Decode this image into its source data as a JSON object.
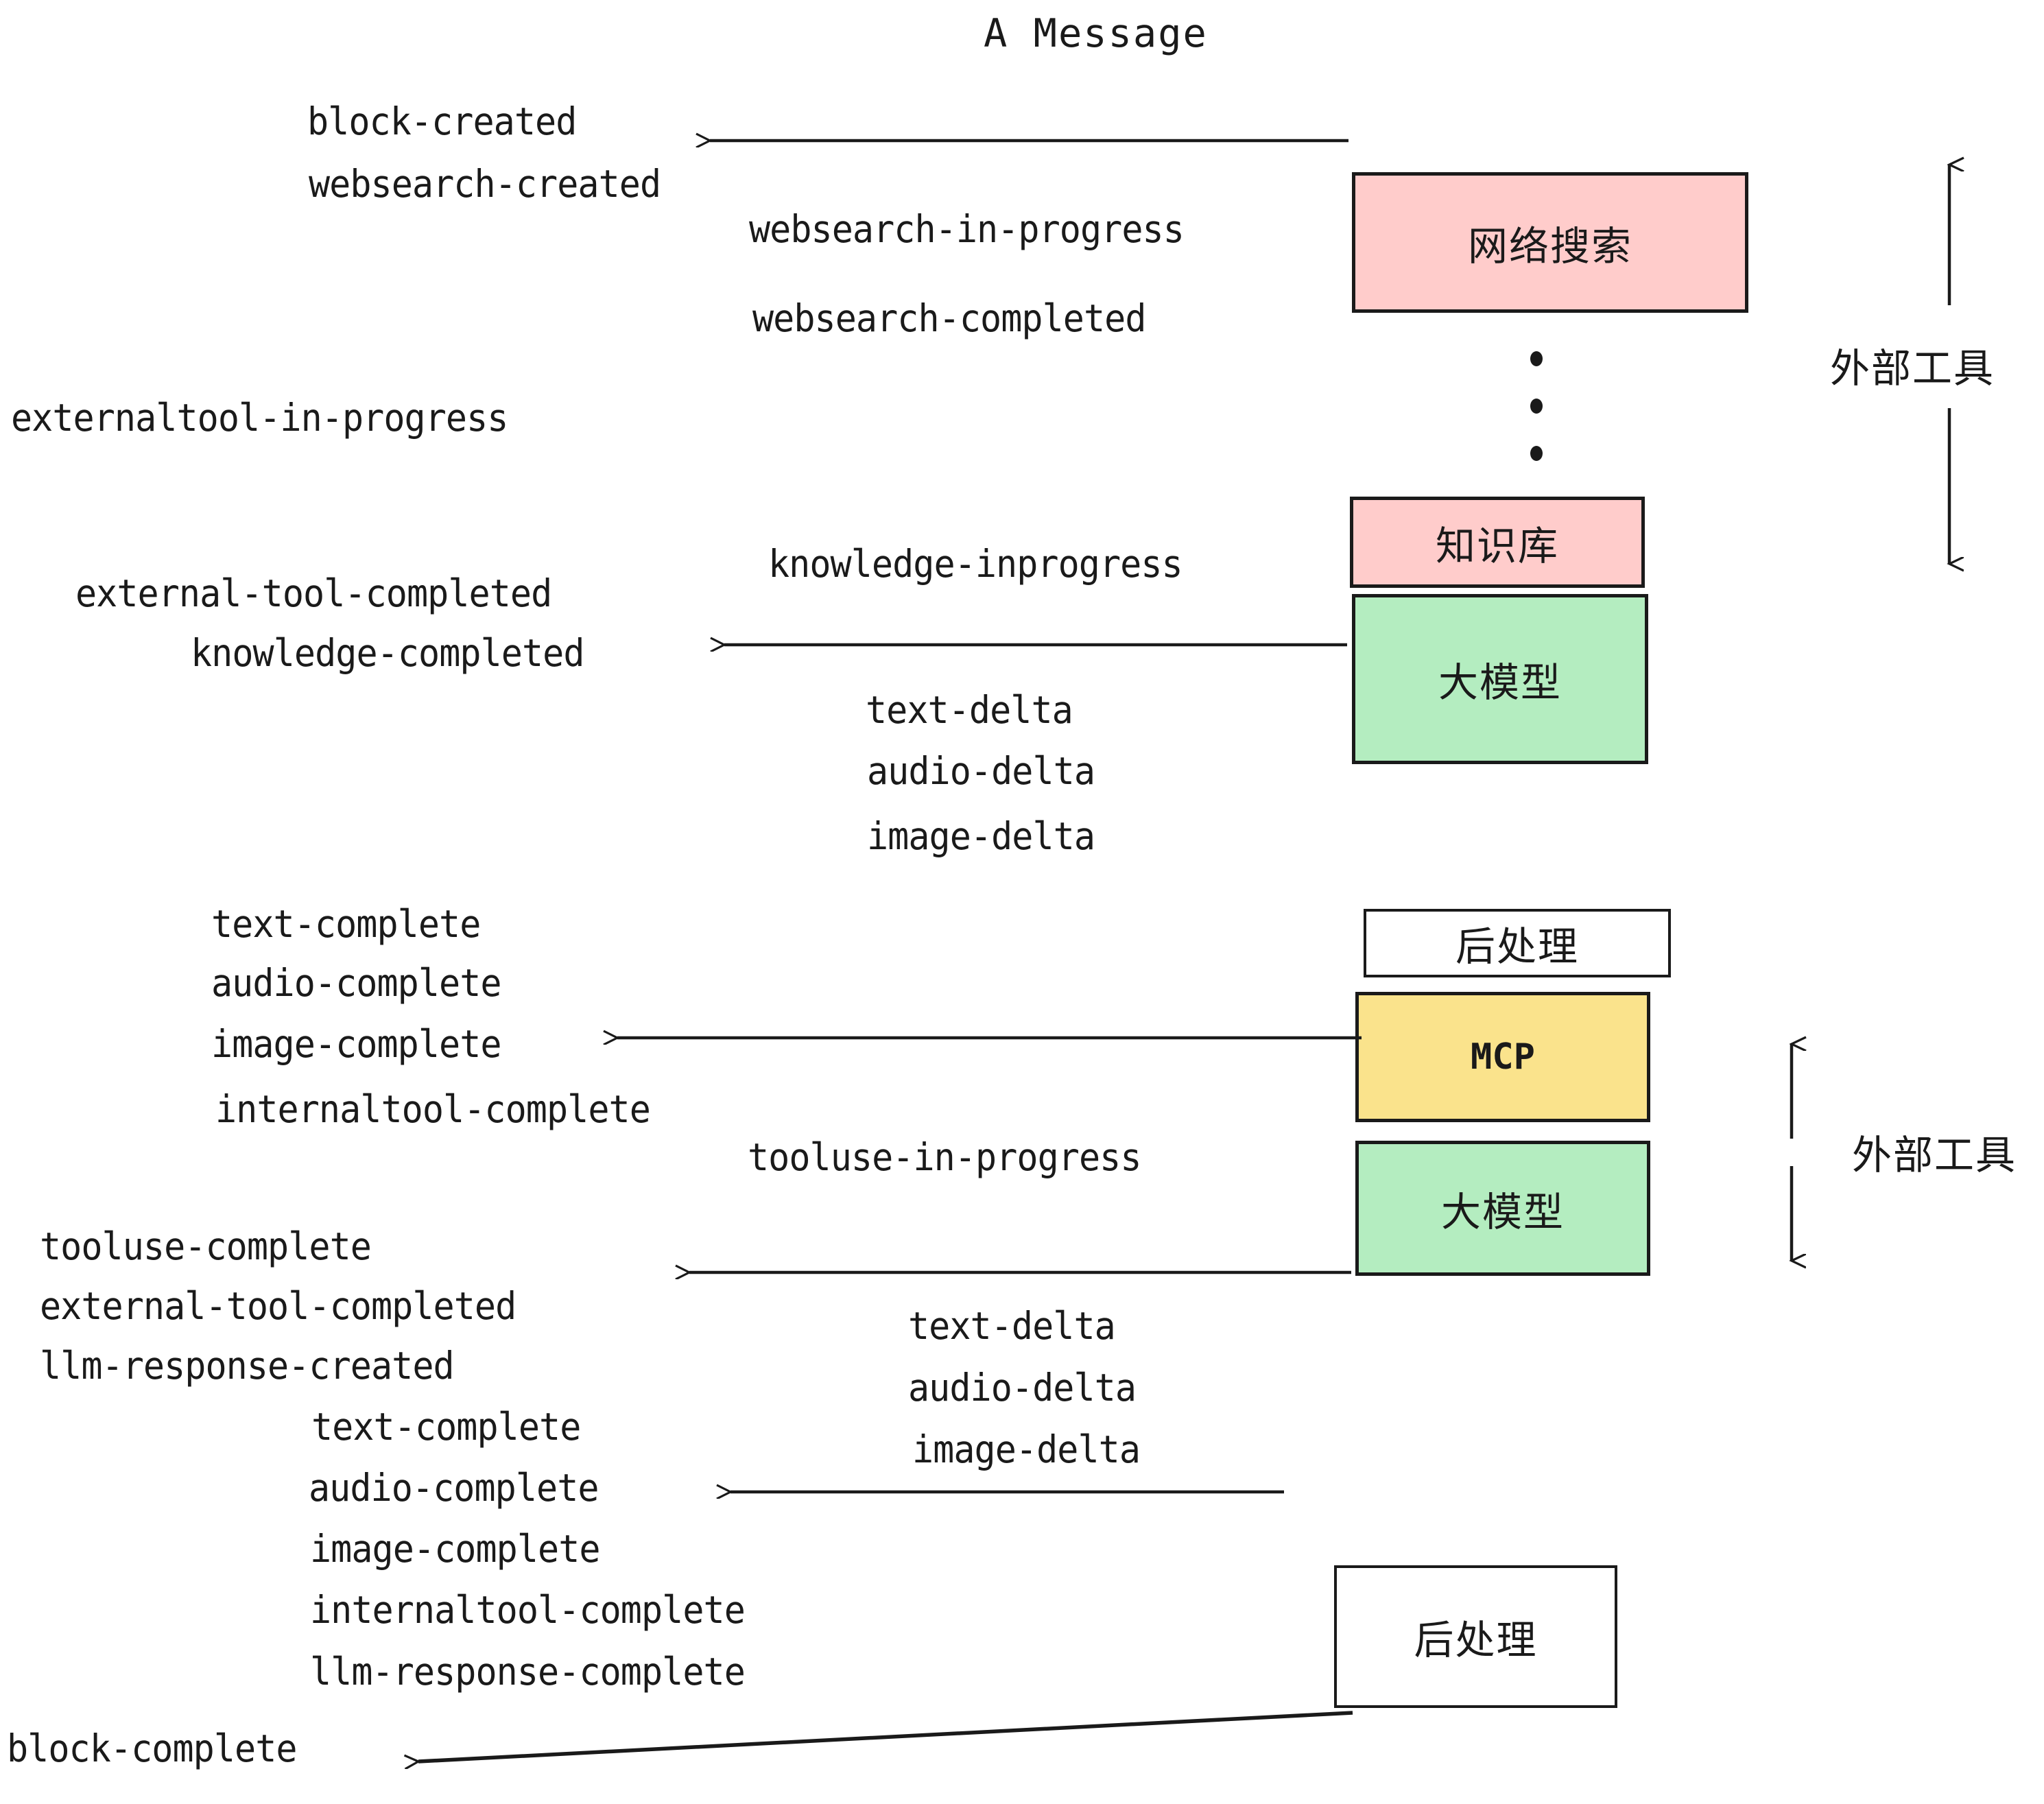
{
  "title": "A Message",
  "colors": {
    "pink": "#FFCCCB",
    "green": "#B4EDC0",
    "yellow": "#FAE38C",
    "white": "#FFFFFF",
    "stroke": "#1A1A1A",
    "background": "#FFFFFF"
  },
  "boxes": [
    {
      "id": "websearch",
      "label": "网络搜索",
      "fill": "pink"
    },
    {
      "id": "knowledgebase",
      "label": "知识库",
      "fill": "pink"
    },
    {
      "id": "llm-1",
      "label": "大模型",
      "fill": "green"
    },
    {
      "id": "postprocess-1",
      "label": "后处理",
      "fill": "white"
    },
    {
      "id": "mcp",
      "label": "MCP",
      "fill": "yellow"
    },
    {
      "id": "llm-2",
      "label": "大模型",
      "fill": "green"
    },
    {
      "id": "postprocess-2",
      "label": "后处理",
      "fill": "white"
    }
  ],
  "side_labels": [
    {
      "id": "external-tools-top",
      "label": "外部工具"
    },
    {
      "id": "external-tools-bottom",
      "label": "外部工具"
    }
  ],
  "events": {
    "block_created": "block-created",
    "websearch_created": "websearch-created",
    "websearch_in_progress": "websearch-in-progress",
    "websearch_completed": "websearch-completed",
    "externaltool_in_progress": "externaltool-in-progress",
    "knowledge_inprogress": "knowledge-inprogress",
    "external_tool_completed_1": "external-tool-completed",
    "knowledge_completed": "knowledge-completed",
    "text_delta_1": "text-delta",
    "audio_delta_1": "audio-delta",
    "image_delta_1": "image-delta",
    "text_complete_1": "text-complete",
    "audio_complete_1": "audio-complete",
    "image_complete_1": "image-complete",
    "internaltool_complete_1": "internaltool-complete",
    "tooluse_in_progress": "tooluse-in-progress",
    "tooluse_complete": "tooluse-complete",
    "external_tool_completed_2": "external-tool-completed",
    "llm_response_created": "llm-response-created",
    "text_delta_2": "text-delta",
    "audio_delta_2": "audio-delta",
    "image_delta_2": "image-delta",
    "text_complete_2": "text-complete",
    "audio_complete_2": "audio-complete",
    "image_complete_2": "image-complete",
    "internaltool_complete_2": "internaltool-complete",
    "llm_response_complete": "llm-response-complete",
    "block_complete": "block-complete"
  }
}
